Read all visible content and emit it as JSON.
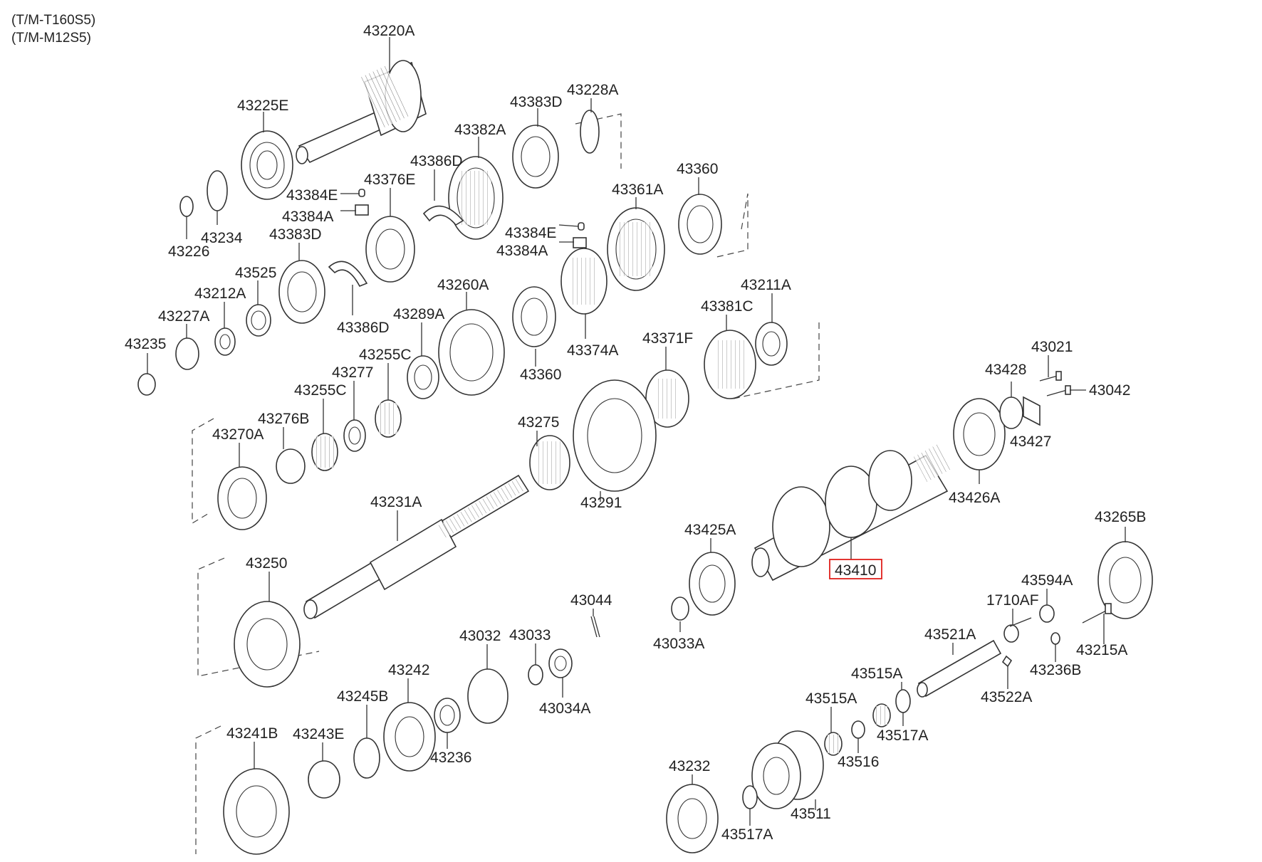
{
  "header": {
    "line1": "(T/M-T160S5)",
    "line2": "(T/M-M12S5)"
  },
  "highlight_color": "#e0201c",
  "highlighted_part": "43410",
  "labels": [
    {
      "id": "l01",
      "text": "43220A"
    },
    {
      "id": "l02",
      "text": "43225E"
    },
    {
      "id": "l03",
      "text": "43383D"
    },
    {
      "id": "l04",
      "text": "43228A"
    },
    {
      "id": "l05",
      "text": "43382A"
    },
    {
      "id": "l06",
      "text": "43386D"
    },
    {
      "id": "l07",
      "text": "43384E"
    },
    {
      "id": "l08",
      "text": "43376E"
    },
    {
      "id": "l09",
      "text": "43384A"
    },
    {
      "id": "l10",
      "text": "43361A"
    },
    {
      "id": "l11",
      "text": "43360"
    },
    {
      "id": "l12",
      "text": "43226"
    },
    {
      "id": "l13",
      "text": "43234"
    },
    {
      "id": "l14",
      "text": "43383D"
    },
    {
      "id": "l15",
      "text": "43384E"
    },
    {
      "id": "l16",
      "text": "43384A"
    },
    {
      "id": "l17",
      "text": "43525"
    },
    {
      "id": "l18",
      "text": "43212A"
    },
    {
      "id": "l19",
      "text": "43260A"
    },
    {
      "id": "l20",
      "text": "43386D"
    },
    {
      "id": "l21",
      "text": "43211A"
    },
    {
      "id": "l22",
      "text": "43381C"
    },
    {
      "id": "l23",
      "text": "43227A"
    },
    {
      "id": "l24",
      "text": "43289A"
    },
    {
      "id": "l25",
      "text": "43374A"
    },
    {
      "id": "l26",
      "text": "43235"
    },
    {
      "id": "l27",
      "text": "43255C"
    },
    {
      "id": "l28",
      "text": "43371F"
    },
    {
      "id": "l29",
      "text": "43360"
    },
    {
      "id": "l30",
      "text": "43277"
    },
    {
      "id": "l31",
      "text": "43255C"
    },
    {
      "id": "l32",
      "text": "43021"
    },
    {
      "id": "l33",
      "text": "43428"
    },
    {
      "id": "l34",
      "text": "43042"
    },
    {
      "id": "l35",
      "text": "43276B"
    },
    {
      "id": "l36",
      "text": "43270A"
    },
    {
      "id": "l37",
      "text": "43275"
    },
    {
      "id": "l38",
      "text": "43427"
    },
    {
      "id": "l39",
      "text": "43426A"
    },
    {
      "id": "l40",
      "text": "43291"
    },
    {
      "id": "l41",
      "text": "43231A"
    },
    {
      "id": "l42",
      "text": "43265B"
    },
    {
      "id": "l43",
      "text": "43425A"
    },
    {
      "id": "l44",
      "text": "43250"
    },
    {
      "id": "l45",
      "text": "43410"
    },
    {
      "id": "l46",
      "text": "43594A"
    },
    {
      "id": "l47",
      "text": "1710AF"
    },
    {
      "id": "l48",
      "text": "43044"
    },
    {
      "id": "l49",
      "text": "43033A"
    },
    {
      "id": "l50",
      "text": "43032"
    },
    {
      "id": "l51",
      "text": "43033"
    },
    {
      "id": "l52",
      "text": "43521A"
    },
    {
      "id": "l53",
      "text": "43215A"
    },
    {
      "id": "l54",
      "text": "43242"
    },
    {
      "id": "l55",
      "text": "43236B"
    },
    {
      "id": "l56",
      "text": "43034A"
    },
    {
      "id": "l57",
      "text": "43515A"
    },
    {
      "id": "l58",
      "text": "43245B"
    },
    {
      "id": "l59",
      "text": "43522A"
    },
    {
      "id": "l60",
      "text": "43515A"
    },
    {
      "id": "l61",
      "text": "43241B"
    },
    {
      "id": "l62",
      "text": "43243E"
    },
    {
      "id": "l63",
      "text": "43236"
    },
    {
      "id": "l64",
      "text": "43517A"
    },
    {
      "id": "l65",
      "text": "43516"
    },
    {
      "id": "l66",
      "text": "43232"
    },
    {
      "id": "l67",
      "text": "43511"
    },
    {
      "id": "l68",
      "text": "43517A"
    }
  ]
}
